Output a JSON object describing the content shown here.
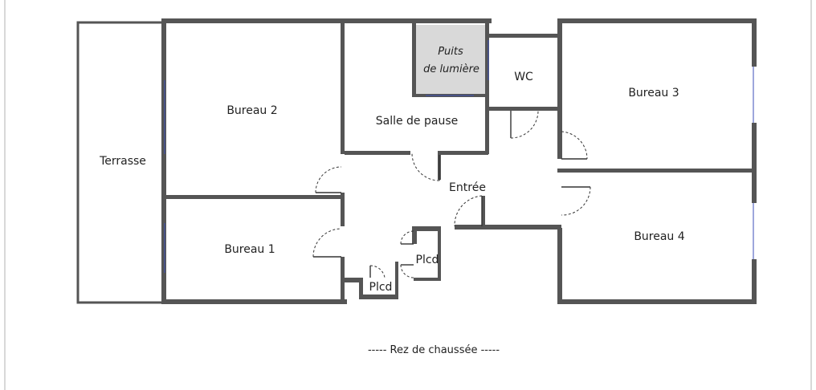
{
  "plan": {
    "rooms": {
      "terrasse": "Terrasse",
      "bureau1": "Bureau 1",
      "bureau2": "Bureau 2",
      "bureau3": "Bureau 3",
      "bureau4": "Bureau 4",
      "salle_pause": "Salle de pause",
      "puits_line1": "Puits",
      "puits_line2": "de lumière",
      "wc": "WC",
      "entree": "Entrée",
      "plcd_upper": "Plcd",
      "plcd_lower": "Plcd"
    },
    "caption": "----- Rez de chaussée -----",
    "colors": {
      "wall": "#555555",
      "window": "#3b4fb8",
      "light_well": "#d9d9d9"
    }
  }
}
